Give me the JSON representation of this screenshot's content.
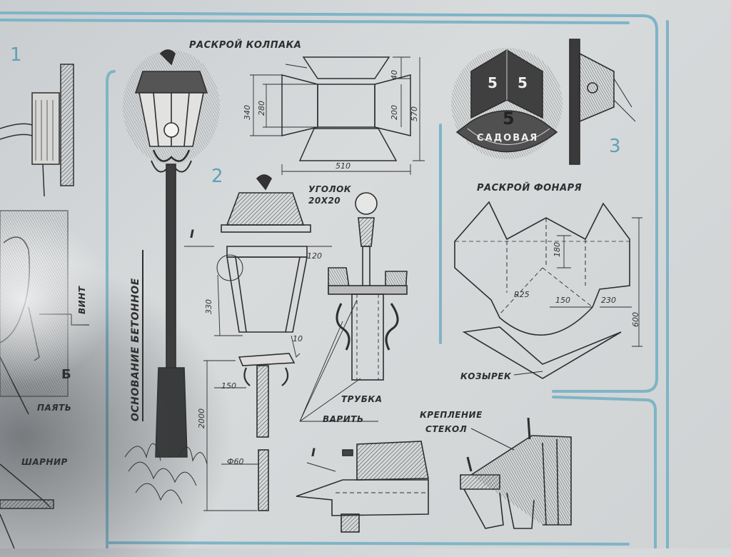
{
  "panel_numbers": {
    "p1": "1",
    "p2": "2",
    "p3": "3"
  },
  "labels": {
    "raskroy_kolpaka": "РАСКРОЙ КОЛПАКА",
    "ugolok": "УГОЛОК",
    "ugolok_size": "20X20",
    "detail_one": "I",
    "osnovanie": "ОСНОВАНИЕ БЕТОННОЕ",
    "trubka": "ТРУБКА",
    "varit": "ВАРИТЬ",
    "kreplenie": "КРЕПЛЕНИЕ",
    "stekol": "СТЕКОЛ",
    "raskroy_fonarya": "РАСКРОЙ ФОНАРЯ",
    "kozyrek": "КОЗЫРЕК",
    "vint": "ВИНТ",
    "b_letter": "Б",
    "payat": "ПАЯТЬ",
    "sharnir": "ШАРНИР",
    "sign_number": "5",
    "sign_street": "САДОВАЯ"
  },
  "dimensions": {
    "d340": "340",
    "d280": "280",
    "d40": "40",
    "d200": "200",
    "d570": "570",
    "d510": "510",
    "d330": "330",
    "d120": "120",
    "d10": "10",
    "d150": "150",
    "d2000": "2000",
    "d60": "Ф60",
    "d180": "180",
    "dR25": "R25",
    "d150b": "150",
    "d230": "230",
    "d600": "600"
  },
  "colors": {
    "border": "#7fb4c6",
    "ink": "#2e2e2e",
    "paper": "#d3d6d7"
  }
}
